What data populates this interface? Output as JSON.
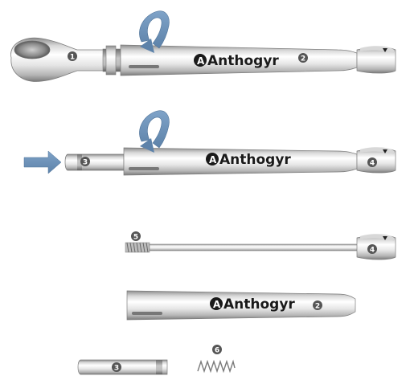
{
  "brand": {
    "name": "Anthogyr",
    "logo_initial": "A"
  },
  "callouts": {
    "c1": "1",
    "c2": "2",
    "c3": "3",
    "c4": "4",
    "c5": "5",
    "c6": "6"
  },
  "icons": {
    "rotate": "rotate-arrow-icon",
    "push": "push-arrow-icon"
  },
  "colors": {
    "arrow_blue": "#6b8fb5",
    "metal_light": "#f4f4f4",
    "metal_dark": "#9a9a9a",
    "badge": "#555555"
  }
}
